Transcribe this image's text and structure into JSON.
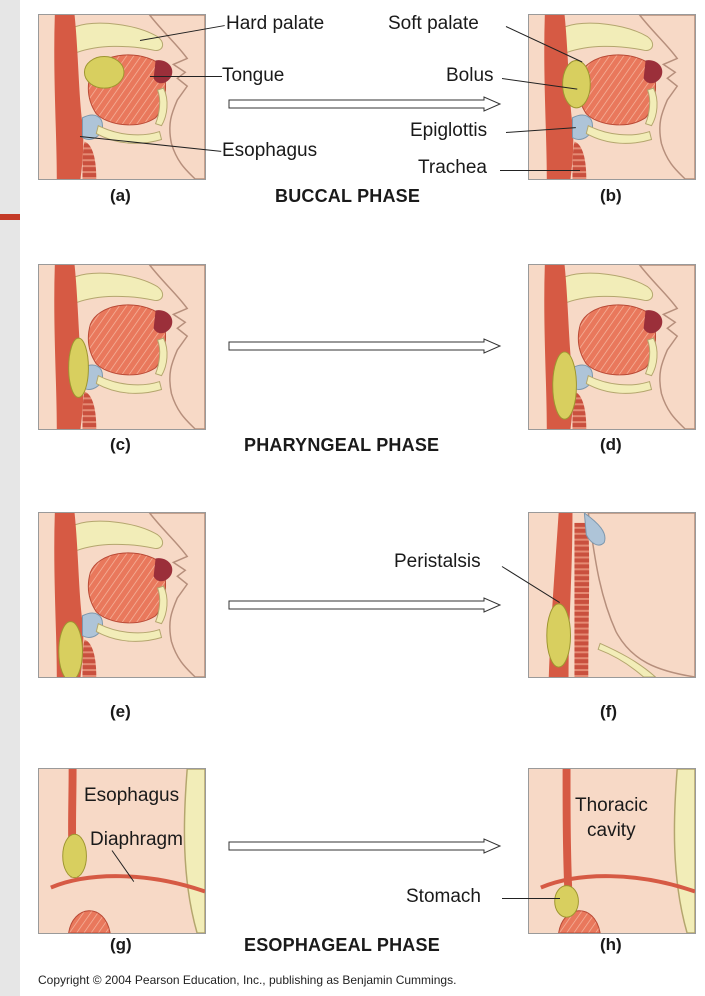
{
  "phases": {
    "buccal": "BUCCAL PHASE",
    "pharyngeal": "PHARYNGEAL PHASE",
    "esophageal": "ESOPHAGEAL PHASE"
  },
  "panels": {
    "a": "(a)",
    "b": "(b)",
    "c": "(c)",
    "d": "(d)",
    "e": "(e)",
    "f": "(f)",
    "g": "(g)",
    "h": "(h)"
  },
  "labels": {
    "hard_palate": "Hard palate",
    "tongue": "Tongue",
    "esophagus": "Esophagus",
    "soft_palate": "Soft palate",
    "bolus": "Bolus",
    "epiglottis": "Epiglottis",
    "trachea": "Trachea",
    "peristalsis": "Peristalsis",
    "esophagus_g": "Esophagus",
    "diaphragm": "Diaphragm",
    "thoracic_cavity_1": "Thoracic",
    "thoracic_cavity_2": "cavity",
    "stomach": "Stomach"
  },
  "copyright": "Copyright © 2004 Pearson Education, Inc., publishing as Benjamin Cummings.",
  "colors": {
    "skin": "#f7d9c6",
    "muscle": "#e9785c",
    "tract": "#d65a44",
    "bolus": "#d8cf5f",
    "cartilage": "#aec4d8",
    "bone": "#f2edb8",
    "accent": "#c43a27"
  }
}
